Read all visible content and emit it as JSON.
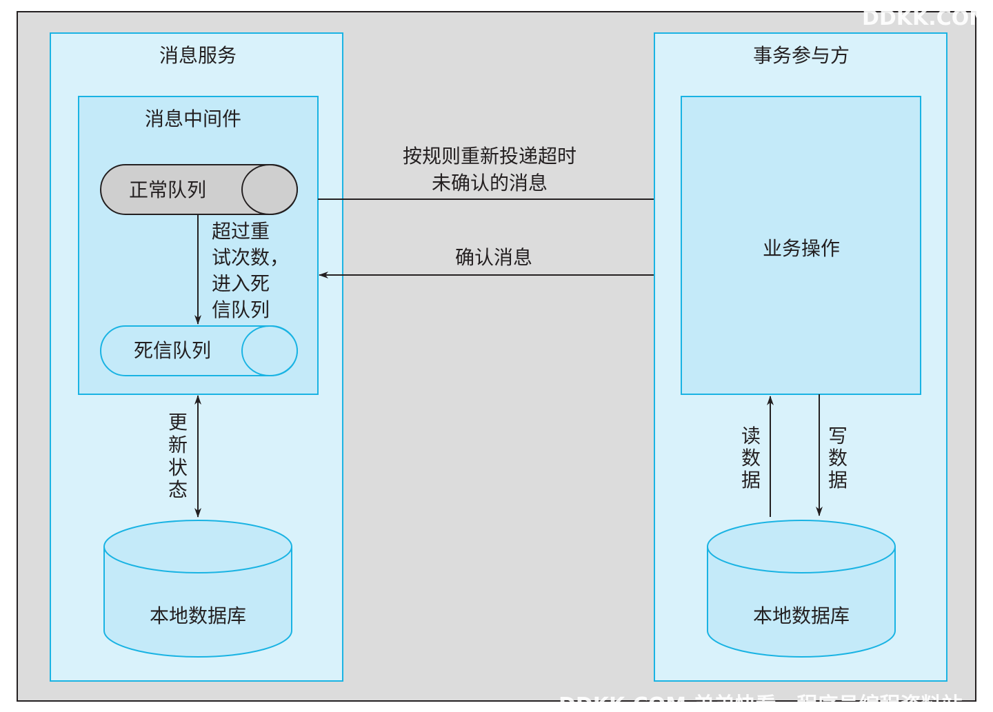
{
  "colors": {
    "canvas": "#dcdcdc",
    "outer_panel": "#d9f2fb",
    "inner_panel": "#c4eaf9",
    "normal_queue": "#cfcfcf",
    "dead_queue": "#c4eaf9",
    "stroke": "#231f20",
    "panel_border": "#19b3e3"
  },
  "left_service": {
    "title": "消息服务",
    "middleware": {
      "title": "消息中间件",
      "normal_queue": "正常队列",
      "dead_letter_queue": "死信队列",
      "overflow_note": [
        "超过重",
        "试次数，",
        "进入死",
        "信队列"
      ]
    },
    "update_status": [
      "更",
      "新",
      "状",
      "态"
    ],
    "database": "本地数据库"
  },
  "right_participant": {
    "title": "事务参与方",
    "business_operation": "业务操作",
    "read_data": [
      "读",
      "数",
      "据"
    ],
    "write_data": [
      "写",
      "数",
      "据"
    ],
    "database": "本地数据库"
  },
  "messages": {
    "redeliver": [
      "按规则重新投递超时",
      "未确认的消息"
    ],
    "ack": "确认消息"
  },
  "watermark": {
    "top": "DDKK.COM",
    "bottom": "DDKK.COM 弟弟快看，程序员编程资料站"
  }
}
